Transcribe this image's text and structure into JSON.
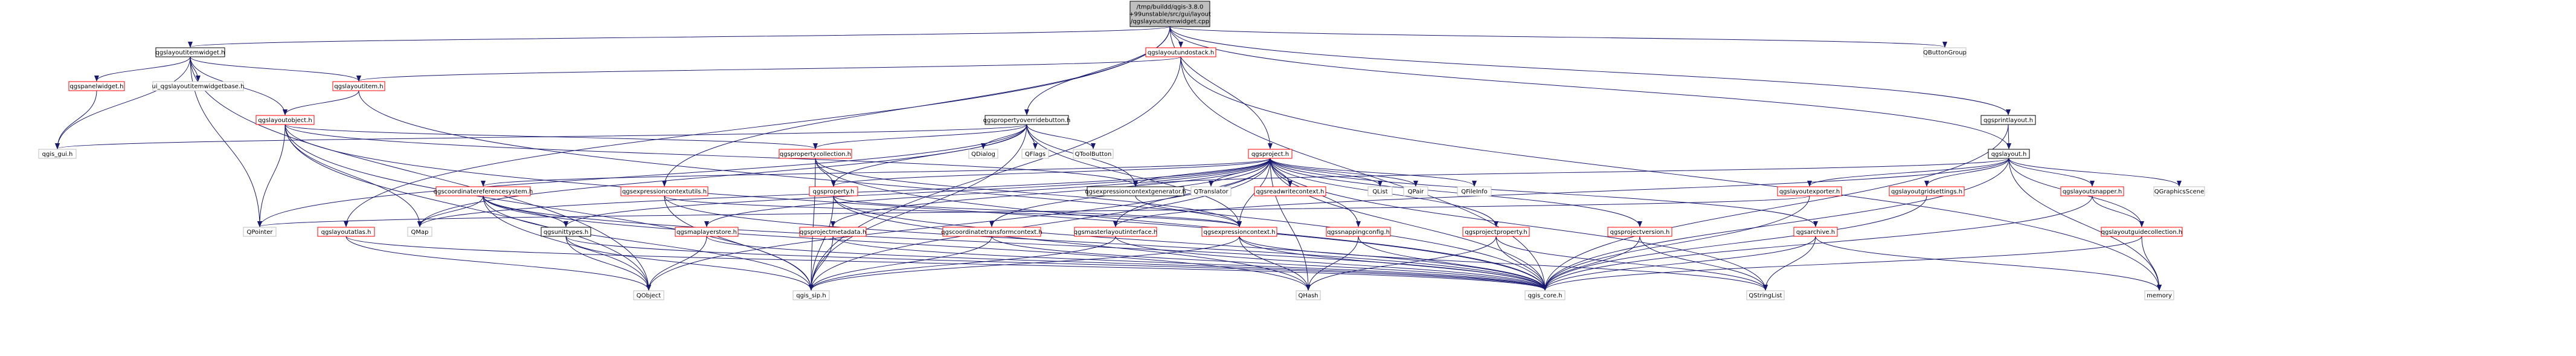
{
  "graph": {
    "root": {
      "lines": [
        "/tmp/buildd/qgis-3.8.0",
        "+99unstable/src/gui/layout",
        "/qgslayoutitemwidget.cpp"
      ]
    },
    "nodes": [
      {
        "id": "root",
        "label": "/tmp/buildd/qgis-3.8.0\n+99unstable/src/gui/layout\n/qgslayoutitemwidget.cpp",
        "style": "root"
      },
      {
        "id": "qgslayoutitemwidget_h",
        "label": "qgslayoutitemwidget.h",
        "style": "normal"
      },
      {
        "id": "qgslayoutundostack_h",
        "label": "qgslayoutundostack.h",
        "style": "red"
      },
      {
        "id": "qbuttongroup",
        "label": "QButtonGroup",
        "style": "gray"
      },
      {
        "id": "qgspanelwidget_h",
        "label": "qgspanelwidget.h",
        "style": "red"
      },
      {
        "id": "ui_qgslayoutitemwidgetbase_h",
        "label": "ui_qgslayoutitemwidgetbase.h",
        "style": "gray"
      },
      {
        "id": "qgslayoutitem_h",
        "label": "qgslayoutitem.h",
        "style": "red"
      },
      {
        "id": "qgsprintlayout_h",
        "label": "qgsprintlayout.h",
        "style": "normal"
      },
      {
        "id": "qgslayoutobject_h",
        "label": "qgslayoutobject.h",
        "style": "red"
      },
      {
        "id": "qgspropertyoverridebutton_h",
        "label": "qgspropertyoverridebutton.h",
        "style": "normal"
      },
      {
        "id": "qgslayout_h",
        "label": "qgslayout.h",
        "style": "normal"
      },
      {
        "id": "qgis_gui_h",
        "label": "qgis_gui.h",
        "style": "gray"
      },
      {
        "id": "qgspropertycollection_h",
        "label": "qgspropertycollection.h",
        "style": "red"
      },
      {
        "id": "qdialog",
        "label": "QDialog",
        "style": "gray"
      },
      {
        "id": "qflags",
        "label": "QFlags",
        "style": "gray"
      },
      {
        "id": "qtoolbutton",
        "label": "QToolButton",
        "style": "gray"
      },
      {
        "id": "qgsproject_h",
        "label": "qgsproject.h",
        "style": "red"
      },
      {
        "id": "qgscoordinatereferencesystem_h",
        "label": "qgscoordinatereferencesystem.h",
        "style": "red"
      },
      {
        "id": "qgsexpressioncontextutils_h",
        "label": "qgsexpressioncontextutils.h",
        "style": "red"
      },
      {
        "id": "qgsproperty_h",
        "label": "qgsproperty.h",
        "style": "red"
      },
      {
        "id": "qgsexpressioncontextgenerator_h",
        "label": "qgsexpressioncontextgenerator.h",
        "style": "normal"
      },
      {
        "id": "qtranslator",
        "label": "QTranslator",
        "style": "gray"
      },
      {
        "id": "qgsreadwritecontext_h",
        "label": "qgsreadwritecontext.h",
        "style": "red"
      },
      {
        "id": "qlist",
        "label": "QList",
        "style": "gray"
      },
      {
        "id": "qpair",
        "label": "QPair",
        "style": "gray"
      },
      {
        "id": "qfileinfo",
        "label": "QFileInfo",
        "style": "gray"
      },
      {
        "id": "qgslayoutexporter_h",
        "label": "qgslayoutexporter.h",
        "style": "red"
      },
      {
        "id": "qgslayoutgridsettings_h",
        "label": "qgslayoutgridsettings.h",
        "style": "red"
      },
      {
        "id": "qgslayoutsnapper_h",
        "label": "qgslayoutsnapper.h",
        "style": "red"
      },
      {
        "id": "qgraphicsscene",
        "label": "QGraphicsScene",
        "style": "gray"
      },
      {
        "id": "qpointer",
        "label": "QPointer",
        "style": "gray"
      },
      {
        "id": "qmap",
        "label": "QMap",
        "style": "gray"
      },
      {
        "id": "qgslayoutatlas_h",
        "label": "qgslayoutatlas.h",
        "style": "red"
      },
      {
        "id": "qgsunittypes_h",
        "label": "qgsunittypes.h",
        "style": "normal"
      },
      {
        "id": "qgsmaplayerstore_h",
        "label": "qgsmaplayerstore.h",
        "style": "red"
      },
      {
        "id": "qgsprojectmetadata_h",
        "label": "qgsprojectmetadata.h",
        "style": "red"
      },
      {
        "id": "qgscoordinatetransformcontext_h",
        "label": "qgscoordinatetransformcontext.h",
        "style": "red"
      },
      {
        "id": "qgsmasterlayoutinterface_h",
        "label": "qgsmasterlayoutinterface.h",
        "style": "red"
      },
      {
        "id": "qgsexpressioncontext_h",
        "label": "qgsexpressioncontext.h",
        "style": "red"
      },
      {
        "id": "qgssnappingconfig_h",
        "label": "qgssnappingconfig.h",
        "style": "red"
      },
      {
        "id": "qgsprojectproperty_h",
        "label": "qgsprojectproperty.h",
        "style": "red"
      },
      {
        "id": "qgsprojectversion_h",
        "label": "qgsprojectversion.h",
        "style": "red"
      },
      {
        "id": "qgsarchive_h",
        "label": "qgsarchive.h",
        "style": "red"
      },
      {
        "id": "qgslayoutguidecollection_h",
        "label": "qgslayoutguidecollection.h",
        "style": "red"
      },
      {
        "id": "qobject",
        "label": "QObject",
        "style": "gray"
      },
      {
        "id": "qgis_sip_h",
        "label": "qgis_sip.h",
        "style": "gray"
      },
      {
        "id": "qhash",
        "label": "QHash",
        "style": "gray"
      },
      {
        "id": "qgis_core_h",
        "label": "qgis_core.h",
        "style": "gray"
      },
      {
        "id": "qstringlist",
        "label": "QStringList",
        "style": "gray"
      },
      {
        "id": "memory",
        "label": "memory",
        "style": "gray"
      }
    ],
    "edges": [
      [
        "root",
        "qgslayoutitemwidget_h"
      ],
      [
        "root",
        "qgslayoutundostack_h"
      ],
      [
        "root",
        "qbuttongroup"
      ],
      [
        "root",
        "qgsprintlayout_h"
      ],
      [
        "root",
        "qgspropertyoverridebutton_h"
      ],
      [
        "root",
        "qgsproject_h"
      ],
      [
        "root",
        "qgslayout_h"
      ],
      [
        "root",
        "qgslayoutatlas_h"
      ],
      [
        "root",
        "qgsexpressioncontextutils_h"
      ],
      [
        "qgslayoutitemwidget_h",
        "qgspanelwidget_h"
      ],
      [
        "qgslayoutitemwidget_h",
        "ui_qgslayoutitemwidgetbase_h"
      ],
      [
        "qgslayoutitemwidget_h",
        "qgslayoutitem_h"
      ],
      [
        "qgslayoutitemwidget_h",
        "qgslayoutobject_h"
      ],
      [
        "qgslayoutitemwidget_h",
        "qgis_gui_h"
      ],
      [
        "qgslayoutitemwidget_h",
        "qpointer"
      ],
      [
        "qgslayoutitemwidget_h",
        "qobject"
      ],
      [
        "qgspanelwidget_h",
        "qgis_gui_h"
      ],
      [
        "qgslayoutundostack_h",
        "qgslayoutitem_h"
      ],
      [
        "qgslayoutundostack_h",
        "qgis_core_h"
      ],
      [
        "qgslayoutundostack_h",
        "qgis_sip_h"
      ],
      [
        "qgslayoutundostack_h",
        "memory"
      ],
      [
        "qgslayoutitem_h",
        "qgslayoutobject_h"
      ],
      [
        "qgslayoutitem_h",
        "qgis_core_h"
      ],
      [
        "qgslayoutobject_h",
        "qgspropertycollection_h"
      ],
      [
        "qgslayoutobject_h",
        "qgsexpressioncontextgenerator_h"
      ],
      [
        "qgslayoutobject_h",
        "qgis_core_h"
      ],
      [
        "qgslayoutobject_h",
        "qgis_sip_h"
      ],
      [
        "qgslayoutobject_h",
        "qpointer"
      ],
      [
        "qgslayoutobject_h",
        "qmap"
      ],
      [
        "qgslayoutobject_h",
        "qobject"
      ],
      [
        "qgspropertyoverridebutton_h",
        "qgis_gui_h"
      ],
      [
        "qgspropertyoverridebutton_h",
        "qgspropertycollection_h"
      ],
      [
        "qgspropertyoverridebutton_h",
        "qgsproperty_h"
      ],
      [
        "qgspropertyoverridebutton_h",
        "qdialog"
      ],
      [
        "qgspropertyoverridebutton_h",
        "qflags"
      ],
      [
        "qgspropertyoverridebutton_h",
        "qtoolbutton"
      ],
      [
        "qgspropertyoverridebutton_h",
        "qgsexpressioncontextgenerator_h"
      ],
      [
        "qgspropertyoverridebutton_h",
        "qgsexpressioncontext_h"
      ],
      [
        "qgspropertyoverridebutton_h",
        "qpointer"
      ],
      [
        "qgspropertyoverridebutton_h",
        "qmap"
      ],
      [
        "qgspropertyoverridebutton_h",
        "qgis_sip_h"
      ],
      [
        "qgspropertycollection_h",
        "qgsproperty_h"
      ],
      [
        "qgspropertycollection_h",
        "qgsexpressioncontext_h"
      ],
      [
        "qgspropertycollection_h",
        "qgis_core_h"
      ],
      [
        "qgspropertycollection_h",
        "qgis_sip_h"
      ],
      [
        "qgsproperty_h",
        "qgsexpressioncontext_h"
      ],
      [
        "qgsproperty_h",
        "qgis_core_h"
      ],
      [
        "qgsproperty_h",
        "qgis_sip_h"
      ],
      [
        "qgsproperty_h",
        "qhash"
      ],
      [
        "qgsprintlayout_h",
        "qgslayout_h"
      ],
      [
        "qgsprintlayout_h",
        "qgis_core_h"
      ],
      [
        "qgslayout_h",
        "qgslayoutexporter_h"
      ],
      [
        "qgslayout_h",
        "qgslayoutgridsettings_h"
      ],
      [
        "qgslayout_h",
        "qgslayoutsnapper_h"
      ],
      [
        "qgslayout_h",
        "qgraphicsscene"
      ],
      [
        "qgslayout_h",
        "qgsmasterlayoutinterface_h"
      ],
      [
        "qgslayout_h",
        "qgsexpressioncontextgenerator_h"
      ],
      [
        "qgslayout_h",
        "qgslayoutguidecollection_h"
      ],
      [
        "qgslayout_h",
        "qgis_core_h"
      ],
      [
        "qgslayout_h",
        "memory"
      ],
      [
        "qgslayoutexporter_h",
        "qgis_core_h"
      ],
      [
        "qgslayoutexporter_h",
        "qpointer"
      ],
      [
        "qgslayoutgridsettings_h",
        "qgis_core_h"
      ],
      [
        "qgslayoutsnapper_h",
        "qgslayoutguidecollection_h"
      ],
      [
        "qgslayoutsnapper_h",
        "qgis_core_h"
      ],
      [
        "qgslayoutguidecollection_h",
        "qgis_core_h"
      ],
      [
        "qgslayoutguidecollection_h",
        "memory"
      ],
      [
        "qgsproject_h",
        "qgscoordinatereferencesystem_h"
      ],
      [
        "qgsproject_h",
        "qgsproperty_h"
      ],
      [
        "qgsproject_h",
        "qgsexpressioncontextgenerator_h"
      ],
      [
        "qgsproject_h",
        "qtranslator"
      ],
      [
        "qgsproject_h",
        "qgsreadwritecontext_h"
      ],
      [
        "qgsproject_h",
        "qlist"
      ],
      [
        "qgsproject_h",
        "qpair"
      ],
      [
        "qgsproject_h",
        "qfileinfo"
      ],
      [
        "qgsproject_h",
        "qgsunittypes_h"
      ],
      [
        "qgsproject_h",
        "qgsmaplayerstore_h"
      ],
      [
        "qgsproject_h",
        "qgsprojectmetadata_h"
      ],
      [
        "qgsproject_h",
        "qgscoordinatetransformcontext_h"
      ],
      [
        "qgsproject_h",
        "qgssnappingconfig_h"
      ],
      [
        "qgsproject_h",
        "qgsprojectproperty_h"
      ],
      [
        "qgsproject_h",
        "qgsprojectversion_h"
      ],
      [
        "qgsproject_h",
        "qgsarchive_h"
      ],
      [
        "qgsproject_h",
        "qgis_core_h"
      ],
      [
        "qgsproject_h",
        "qgis_sip_h"
      ],
      [
        "qgsproject_h",
        "qstringlist"
      ],
      [
        "qgsproject_h",
        "qhash"
      ],
      [
        "qgsproject_h",
        "qmap"
      ],
      [
        "qgsproject_h",
        "qobject"
      ],
      [
        "qgsproject_h",
        "qgsexpressioncontext_h"
      ],
      [
        "qgsproject_h",
        "qgsmasterlayoutinterface_h"
      ],
      [
        "qgscoordinatereferencesystem_h",
        "qgsunittypes_h"
      ],
      [
        "qgscoordinatereferencesystem_h",
        "qgis_core_h"
      ],
      [
        "qgscoordinatereferencesystem_h",
        "qgis_sip_h"
      ],
      [
        "qgscoordinatereferencesystem_h",
        "qmap"
      ],
      [
        "qgscoordinatereferencesystem_h",
        "qhash"
      ],
      [
        "qgscoordinatereferencesystem_h",
        "qobject"
      ],
      [
        "qgsexpressioncontextutils_h",
        "qgsexpressioncontext_h"
      ],
      [
        "qgsexpressioncontextutils_h",
        "qgis_core_h"
      ],
      [
        "qgsexpressioncontextutils_h",
        "qgis_sip_h"
      ],
      [
        "qgsunittypes_h",
        "qgis_core_h"
      ],
      [
        "qgsunittypes_h",
        "qgis_sip_h"
      ],
      [
        "qgsunittypes_h",
        "qobject"
      ],
      [
        "qgsmaplayerstore_h",
        "qgis_core_h"
      ],
      [
        "qgsmaplayerstore_h",
        "qobject"
      ],
      [
        "qgsprojectmetadata_h",
        "qgis_core_h"
      ],
      [
        "qgsprojectmetadata_h",
        "qgis_sip_h"
      ],
      [
        "qgscoordinatetransformcontext_h",
        "qgis_core_h"
      ],
      [
        "qgscoordinatetransformcontext_h",
        "qgis_sip_h"
      ],
      [
        "qgsmasterlayoutinterface_h",
        "qgis_core_h"
      ],
      [
        "qgsmasterlayoutinterface_h",
        "qgis_sip_h"
      ],
      [
        "qgsexpressioncontext_h",
        "qgis_core_h"
      ],
      [
        "qgsexpressioncontext_h",
        "qgis_sip_h"
      ],
      [
        "qgsexpressioncontext_h",
        "qhash"
      ],
      [
        "qgsexpressioncontext_h",
        "qstringlist"
      ],
      [
        "qgssnappingconfig_h",
        "qgis_core_h"
      ],
      [
        "qgssnappingconfig_h",
        "qhash"
      ],
      [
        "qgsprojectproperty_h",
        "qgis_core_h"
      ],
      [
        "qgsprojectproperty_h",
        "qstringlist"
      ],
      [
        "qgsprojectproperty_h",
        "qhash"
      ],
      [
        "qgsprojectversion_h",
        "qgis_core_h"
      ],
      [
        "qgsprojectversion_h",
        "qstringlist"
      ],
      [
        "qgsarchive_h",
        "qgis_core_h"
      ],
      [
        "qgsarchive_h",
        "qstringlist"
      ],
      [
        "qgsarchive_h",
        "memory"
      ],
      [
        "qgslayoutatlas_h",
        "qgis_core_h"
      ],
      [
        "qgslayoutatlas_h",
        "qobject"
      ],
      [
        "qgsexpressioncontextgenerator_h",
        "qgsexpressioncontext_h"
      ]
    ]
  },
  "colors": {
    "root_fill": "#bfbfbf",
    "normal_fill": "#ffffff",
    "normal_stroke": "#000000",
    "red_stroke": "#ff0000",
    "gray_stroke": "#bfbfbf",
    "edge": "#191970",
    "text": "#000000"
  }
}
